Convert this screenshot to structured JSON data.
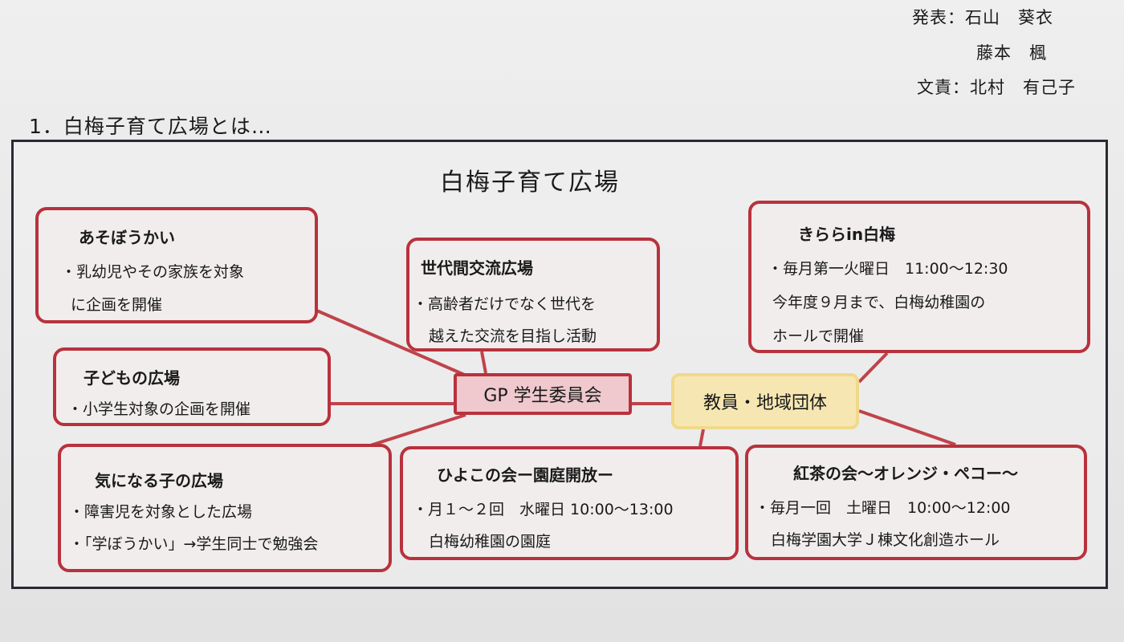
{
  "presenters": {
    "line1": "発表：石山　葵衣",
    "line2": "藤本　楓",
    "line3": "文責：北村　有己子"
  },
  "section_heading": "1．白梅子育て広場とは…",
  "diagram": {
    "title": "白梅子育て広場",
    "hubs": {
      "gp": "GP 学生委員会",
      "kyoin": "教員・地域団体"
    },
    "asobou": {
      "title": "あそぼうかい",
      "line1": "・乳幼児やその家族を対象",
      "line2": "に企画を開催"
    },
    "sedaikan": {
      "title": "世代間交流広場",
      "line1": "・高齢者だけでなく世代を",
      "line2": "越えた交流を目指し活動"
    },
    "kodomo": {
      "title": "子どもの広場",
      "line1": "・小学生対象の企画を開催"
    },
    "kininaru": {
      "title": "気になる子の広場",
      "line1": "・障害児を対象とした広場",
      "line2": "・「学ぼうかい」→学生同士で勉強会"
    },
    "hiyoko": {
      "title": "ひよこの会ー園庭開放ー",
      "line1": "・月１～２回　水曜日 10:00～13:00",
      "line2": "白梅幼稚園の園庭"
    },
    "kirara": {
      "title": "きららin白梅",
      "line1": "・毎月第一火曜日　11:00～12:30",
      "line2": "今年度９月まで、白梅幼稚園の",
      "line3": "ホールで開催"
    },
    "koucha": {
      "title": "紅茶の会～オレンジ・ペコー～",
      "line1": "・毎月一回　土曜日　10:00～12:00",
      "line2": "白梅学園大学Ｊ棟文化創造ホール"
    }
  },
  "colors": {
    "box_border": "#b8323c",
    "gp_fill": "#efc9cd",
    "kyoin_fill": "#f6e7b2",
    "frame": "#2a2a33"
  }
}
